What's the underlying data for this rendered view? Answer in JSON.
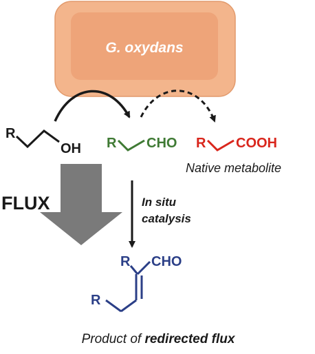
{
  "organism": {
    "label": "G. oxydans"
  },
  "colors": {
    "organism_outer": "#f3b58c",
    "organism_inner": "#eea479",
    "organism_border": "#e29a6c",
    "black": "#1a1a1a",
    "aldehyde_green": "#3f7a34",
    "acid_red": "#d9261c",
    "product_blue": "#2b3f87",
    "flux_gray": "#7a7a7a"
  },
  "substrate": {
    "r": "R",
    "group": "OH"
  },
  "aldehyde": {
    "r": "R",
    "group": "CHO"
  },
  "acid": {
    "r": "R",
    "group": "COOH",
    "caption": "Native metabolite"
  },
  "flux": {
    "label": "FLUX"
  },
  "catalysis": {
    "line1": "In situ",
    "line2": "catalysis"
  },
  "product": {
    "r_top": "R",
    "group": "CHO",
    "r_bottom": "R",
    "caption_prefix": "Product of ",
    "caption_bold": "redirected flux"
  }
}
